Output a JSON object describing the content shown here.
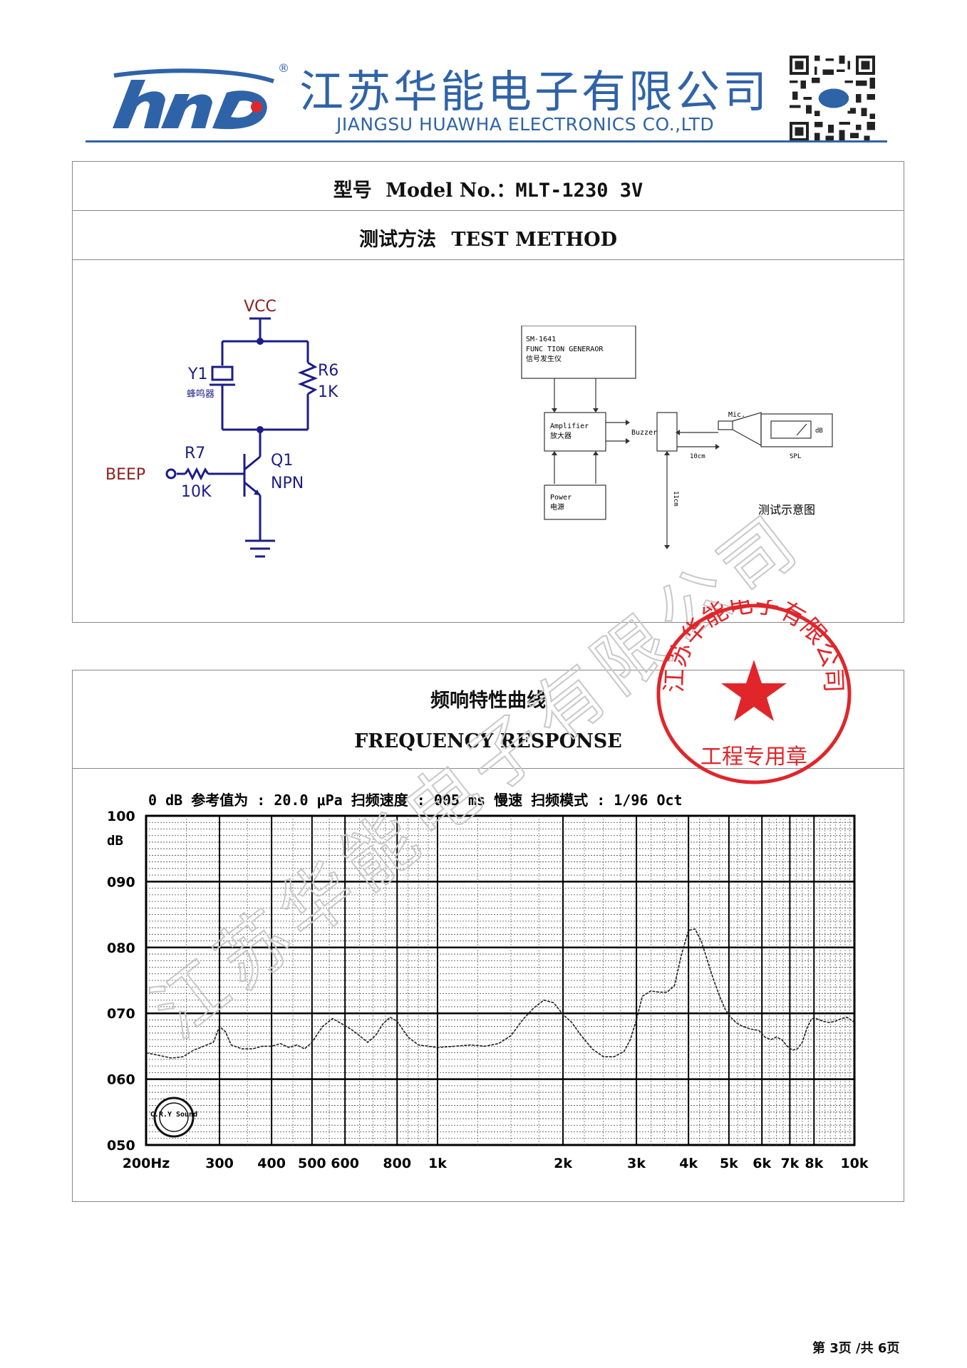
{
  "header": {
    "company_cn": "江苏华能电子有限公司",
    "company_en": "JIANGSU HUAWHA ELECTRONICS CO.,LTD",
    "registered_mark": "®",
    "brand_color": "#2f63a8",
    "logo_text": "hnd"
  },
  "model_row": {
    "label_cn": "型号",
    "label_en": "Model No.：",
    "value": "MLT-1230 3V"
  },
  "test_method": {
    "title_cn": "测试方法",
    "title_en": "TEST METHOD",
    "circuit": {
      "vcc": "VCC",
      "y1": "Y1",
      "y1_desc": "蜂鸣器",
      "r6": "R6",
      "r6_value": "1K",
      "r7": "R7",
      "r7_value": "10K",
      "q1": "Q1",
      "q1_type": "NPN",
      "beep": "BEEP"
    },
    "setup": {
      "generator_line1": "SM-1641",
      "generator_line2": "FUNC  TION GENERAOR",
      "generator_line3": "信号发生仪",
      "amplifier_line1": "Amplifier",
      "amplifier_line2": "放大器",
      "buzzer": "Buzzer",
      "power_line1": "Power",
      "power_line2": "电源",
      "mic": "Mic.",
      "db": "dB",
      "spl": "SPL",
      "distance_h": "10cm",
      "distance_v": "11cm",
      "caption": "测试示意图"
    }
  },
  "frequency_response": {
    "title_cn": "频响特性曲线",
    "title_en": "FREQUENCY RESPONSE",
    "chart_header": "0 dB 参考值为 : 20.0 μPa   扫频速度 : 005 ms 慢速  扫频模式 : 1/96  Oct",
    "logo_text": "C.R.Y Sound"
  },
  "stamp": {
    "text_ring": "江苏华能电子有限公司",
    "text_bottom": "工程专用章",
    "color": "#e0262b"
  },
  "watermark": {
    "text": "江苏华能电子有限公司",
    "color": "#cfcfcf"
  },
  "footer": {
    "page": "第 3页 /共 6页"
  },
  "chart_data": {
    "type": "line",
    "title": "",
    "xlabel": "",
    "ylabel": "dB",
    "x_scale": "log",
    "xlim": [
      200,
      10000
    ],
    "ylim": [
      50,
      100
    ],
    "y_ticks": [
      "050",
      "060",
      "070",
      "080",
      "090",
      "100"
    ],
    "x_tick_labels": [
      {
        "v": 200,
        "t": "200Hz"
      },
      {
        "v": 300,
        "t": "300"
      },
      {
        "v": 400,
        "t": "400"
      },
      {
        "v": 500,
        "t": "500"
      },
      {
        "v": 600,
        "t": "600"
      },
      {
        "v": 800,
        "t": "800"
      },
      {
        "v": 1000,
        "t": "1k"
      },
      {
        "v": 2000,
        "t": "2k"
      },
      {
        "v": 3000,
        "t": "3k"
      },
      {
        "v": 4000,
        "t": "4k"
      },
      {
        "v": 5000,
        "t": "5k"
      },
      {
        "v": 6000,
        "t": "6k"
      },
      {
        "v": 7000,
        "t": "7k"
      },
      {
        "v": 8000,
        "t": "8k"
      },
      {
        "v": 10000,
        "t": "10k"
      }
    ],
    "grid": true,
    "series": [
      {
        "values_xy": [
          [
            200,
            64.0
          ],
          [
            215,
            63.6
          ],
          [
            230,
            63.2
          ],
          [
            245,
            63.4
          ],
          [
            260,
            64.4
          ],
          [
            275,
            65.0
          ],
          [
            290,
            65.6
          ],
          [
            300,
            68.0
          ],
          [
            310,
            67.2
          ],
          [
            320,
            65.2
          ],
          [
            340,
            64.6
          ],
          [
            360,
            64.6
          ],
          [
            380,
            65.0
          ],
          [
            400,
            65.0
          ],
          [
            420,
            65.4
          ],
          [
            440,
            64.8
          ],
          [
            460,
            65.2
          ],
          [
            480,
            64.6
          ],
          [
            500,
            65.6
          ],
          [
            530,
            68.0
          ],
          [
            560,
            69.2
          ],
          [
            590,
            68.4
          ],
          [
            620,
            67.6
          ],
          [
            650,
            66.6
          ],
          [
            680,
            65.6
          ],
          [
            710,
            66.6
          ],
          [
            740,
            68.4
          ],
          [
            770,
            69.4
          ],
          [
            800,
            68.8
          ],
          [
            850,
            66.4
          ],
          [
            900,
            65.2
          ],
          [
            950,
            65.0
          ],
          [
            1000,
            64.8
          ],
          [
            1100,
            65.0
          ],
          [
            1200,
            65.2
          ],
          [
            1300,
            65.0
          ],
          [
            1400,
            65.4
          ],
          [
            1500,
            66.6
          ],
          [
            1600,
            69.0
          ],
          [
            1700,
            70.8
          ],
          [
            1800,
            72.0
          ],
          [
            1900,
            71.6
          ],
          [
            2000,
            69.8
          ],
          [
            2100,
            68.6
          ],
          [
            2200,
            66.8
          ],
          [
            2350,
            64.6
          ],
          [
            2500,
            63.4
          ],
          [
            2650,
            63.4
          ],
          [
            2800,
            64.2
          ],
          [
            2900,
            66.0
          ],
          [
            3000,
            69.0
          ],
          [
            3100,
            72.6
          ],
          [
            3250,
            73.4
          ],
          [
            3400,
            73.2
          ],
          [
            3550,
            73.2
          ],
          [
            3700,
            74.2
          ],
          [
            3850,
            79.0
          ],
          [
            4000,
            82.6
          ],
          [
            4150,
            82.8
          ],
          [
            4300,
            80.8
          ],
          [
            4450,
            77.8
          ],
          [
            4600,
            75.0
          ],
          [
            4750,
            72.6
          ],
          [
            4900,
            70.6
          ],
          [
            5050,
            69.4
          ],
          [
            5200,
            68.6
          ],
          [
            5400,
            68.0
          ],
          [
            5650,
            67.6
          ],
          [
            5900,
            67.4
          ],
          [
            6100,
            66.4
          ],
          [
            6300,
            66.0
          ],
          [
            6500,
            66.4
          ],
          [
            6700,
            66.0
          ],
          [
            6900,
            65.0
          ],
          [
            7100,
            64.4
          ],
          [
            7300,
            64.6
          ],
          [
            7500,
            65.6
          ],
          [
            7700,
            67.8
          ],
          [
            7900,
            69.2
          ],
          [
            8100,
            69.2
          ],
          [
            8400,
            68.8
          ],
          [
            8700,
            68.6
          ],
          [
            9000,
            68.8
          ],
          [
            9300,
            69.2
          ],
          [
            9600,
            69.4
          ],
          [
            10000,
            68.6
          ]
        ]
      }
    ]
  }
}
